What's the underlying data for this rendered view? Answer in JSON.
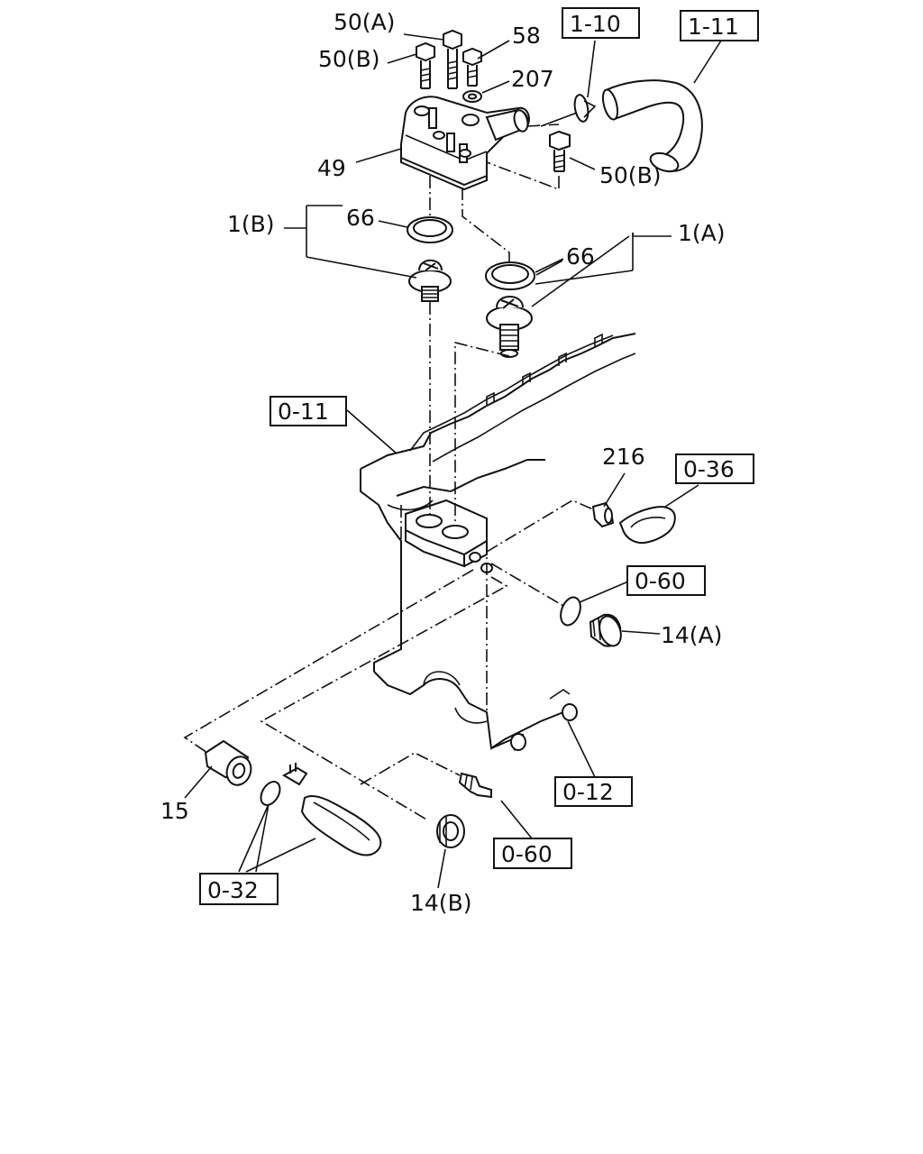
{
  "labels": {
    "bolt_50a": "50(A)",
    "bolt_50b_top": "50(B)",
    "bolt_58": "58",
    "washer_207": "207",
    "housing_49": "49",
    "bolt_50b_right": "50(B)",
    "gasket_66_left": "66",
    "gasket_66_right": "66",
    "thermostat_1b": "1(B)",
    "thermostat_1a": "1(A)",
    "fitting_216": "216",
    "plug_14a": "14(A)",
    "part_15": "15",
    "plug_14b": "14(B)"
  },
  "refs": {
    "ref_1_10": "1-10",
    "ref_1_11": "1-11",
    "ref_0_11": "0-11",
    "ref_0_36": "0-36",
    "ref_0_60_top": "0-60",
    "ref_0_12": "0-12",
    "ref_0_60_bottom": "0-60",
    "ref_0_32": "0-32"
  }
}
